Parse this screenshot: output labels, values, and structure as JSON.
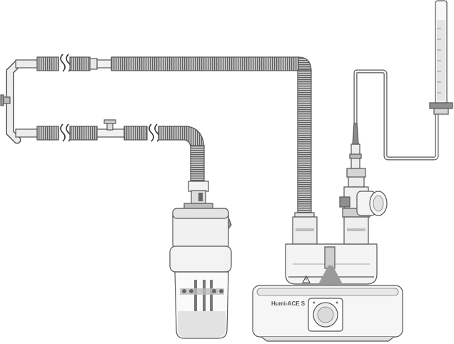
{
  "device": {
    "brand_label": "Humi-ACE S"
  },
  "colors": {
    "outline": "#555555",
    "tube_fill": "#b8b8b8",
    "body_fill": "#f2f2f2",
    "shade_fill": "#d0d0d0",
    "water_fill": "#e2e2e2",
    "dark_fill": "#8a8a8a"
  },
  "icons": [
    "bellows-tube",
    "wye-connector",
    "water-trap",
    "humidifier-chamber",
    "heater-base",
    "temperature-dial",
    "warning-triangle-icon",
    "feed-bag",
    "feed-line",
    "inlet-valve"
  ]
}
